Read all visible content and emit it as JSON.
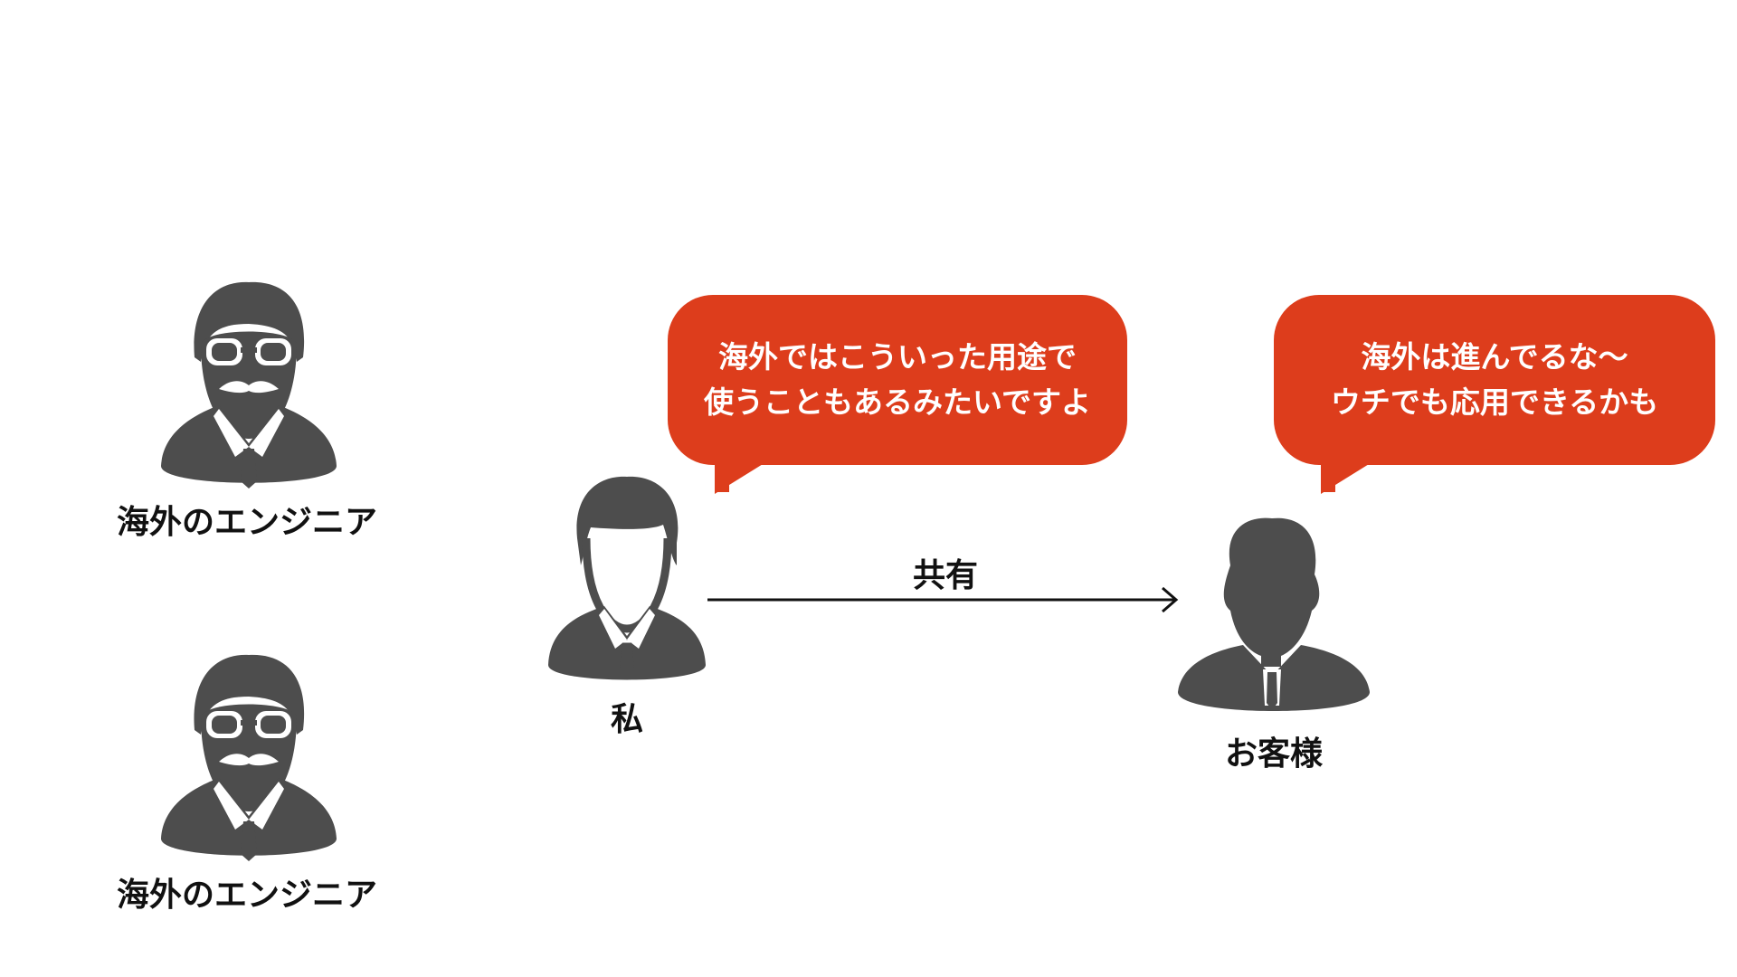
{
  "engineers": [
    {
      "label": "海外のエンジニア"
    },
    {
      "label": "海外のエンジニア"
    }
  ],
  "me": {
    "label": "私"
  },
  "customer": {
    "label": "お客様"
  },
  "arrow": {
    "label": "共有"
  },
  "bubbles": {
    "me": [
      "海外ではこういった用途で",
      "使うこともあるみたいですよ"
    ],
    "customer": [
      "海外は進んでるな〜",
      "ウチでも応用できるかも"
    ]
  },
  "colors": {
    "icon": "#4d4d4d",
    "bubble": "#dd3d1c",
    "text": "#111111"
  }
}
